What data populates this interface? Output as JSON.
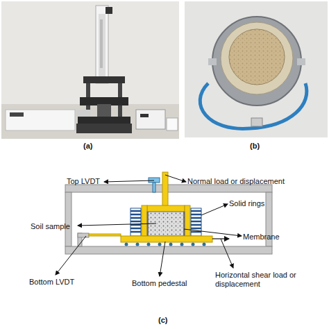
{
  "diagram": {
    "labels": [
      "(a)",
      "(b)",
      "Top LVDT",
      "Normal load or displacement",
      "Solid rings",
      "Soil sample",
      "Membrane",
      "Bottom LVDT",
      "Bottom pedestal",
      "Horizontal shear load or displacement",
      "(c)"
    ]
  }
}
